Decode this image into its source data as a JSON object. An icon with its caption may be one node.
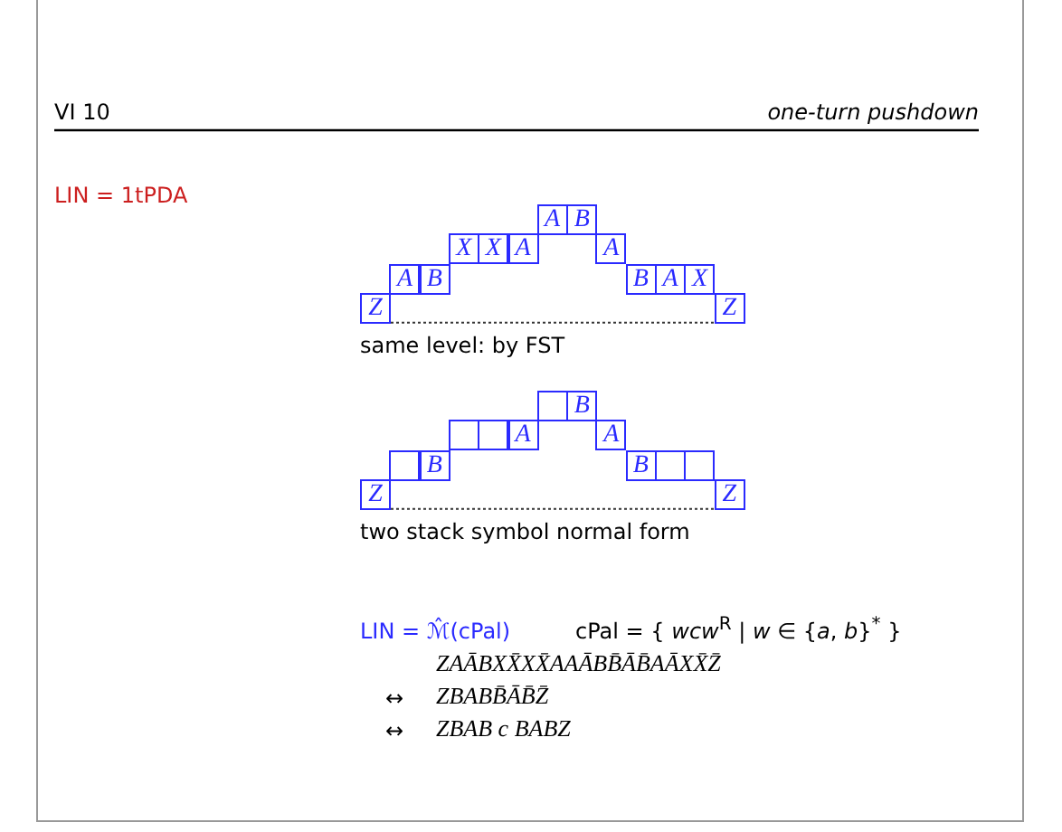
{
  "diagram": {
    "nodes": [
      {
        "text": [
          "A"
        ]
      },
      {
        "text": [
          "B"
        ]
      },
      {
        "text": [
          "X"
        ]
      },
      {
        "text": [
          "X"
        ]
      },
      {
        "text": [
          "A"
        ]
      },
      {
        "text": [
          "A"
        ]
      },
      {
        "text": [
          "A"
        ]
      },
      {
        "text": [
          "B"
        ]
      },
      {
        "text": [
          "B"
        ]
      },
      {
        "text": [
          "A"
        ]
      },
      {
        "text": [
          "X"
        ]
      },
      {
        "text": [
          "Z"
        ]
      },
      {
        "text": [
          "Z"
        ]
      },
      {
        "text": [],
        "shape": "box"
      },
      {
        "text": [
          "B"
        ]
      },
      {
        "text": [],
        "shape": "box"
      },
      {
        "text": [],
        "shape": "box"
      },
      {
        "text": [
          "A"
        ]
      },
      {
        "text": [
          "A"
        ]
      },
      {
        "text": [],
        "shape": "box"
      },
      {
        "text": [
          "B"
        ]
      },
      {
        "text": [
          "B"
        ]
      },
      {
        "text": [],
        "shape": "box"
      },
      {
        "text": [],
        "shape": "box"
      },
      {
        "text": [
          "Z"
        ]
      },
      {
        "text": [
          "Z"
        ]
      }
    ],
    "edges": [
      {
        "from": 11,
        "to": 12,
        "arrow": "none",
        "style": "dashed"
      },
      {
        "from": 24,
        "to": 25,
        "arrow": "none",
        "style": "dashed"
      }
    ],
    "labels": [
      "VI 10",
      "one-turn pushdown",
      "LIN = 1tPDA",
      "same level: by FST",
      "two stack symbol normal form",
      "LIN = ℳ̂(cPal)",
      "cPal = { *wcw*$^{R}$ | *w* ∈ {*a*, *b*}$^{*}$ }",
      "ZAĀBXX̄XX̄AAĀBB̄ĀB̄AĀXX̄Z̄",
      "↔",
      "ZBABB̄ĀB̄Z̄",
      "↔",
      "ZBAB c BABZ"
    ]
  }
}
